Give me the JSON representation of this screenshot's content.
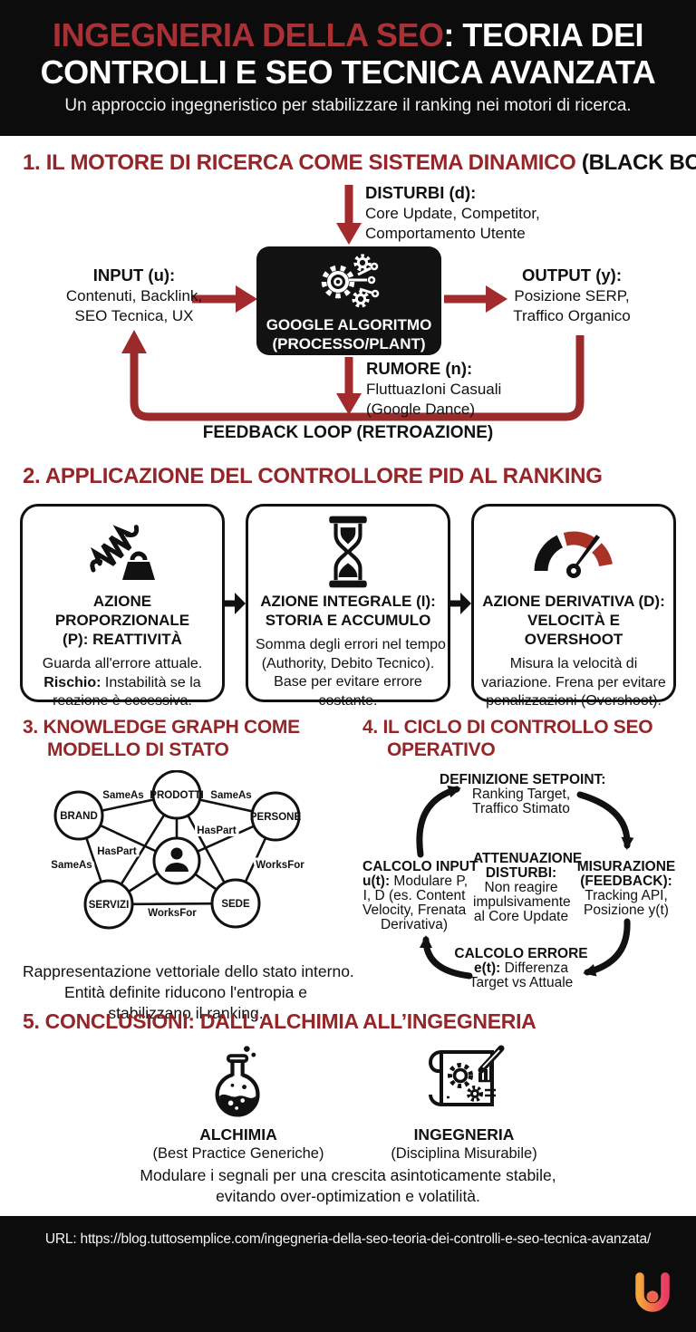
{
  "colors": {
    "header_bg": "#0c0c0c",
    "title_red": "#a93136",
    "heading_red": "#942629",
    "arrow_red": "#a32b2e",
    "ink": "#111111",
    "gauge_red": "#a93226",
    "logo_gradient": [
      "#f2a53d",
      "#eb3d63"
    ]
  },
  "header": {
    "title_line1_red": "INGEGNERIA DELLA SEO",
    "title_line1_rest": ": TEORIA DEI",
    "title_line2": "CONTROLLI E SEO TECNICA AVANZATA",
    "subtitle": "Un approccio ingegneristico per stabilizzare il ranking nei motori di ricerca."
  },
  "section1": {
    "heading_red": "1. IL MOTORE DI RICERCA COME SISTEMA DINAMICO",
    "heading_black": " (BLACK BOX)",
    "disturbi": {
      "title": "DISTURBI (d):",
      "line1": "Core Update, Competitor,",
      "line2": "Comportamento Utente"
    },
    "input": {
      "title": "INPUT (u):",
      "line1": "Contenuti, Backlink,",
      "line2": "SEO Tecnica, UX"
    },
    "plant": {
      "line1": "GOOGLE ALGORITMO",
      "line2": "(PROCESSO/PLANT)"
    },
    "output": {
      "title": "OUTPUT (y):",
      "line1": "Posizione SERP,",
      "line2": "Traffico Organico"
    },
    "rumore": {
      "title": "RUMORE (n):",
      "line1": "FluttuazIoni Casuali",
      "line2": "(Google Dance)"
    },
    "feedback_label": "FEEDBACK LOOP (RETROAZIONE)"
  },
  "section2": {
    "heading": "2. APPLICAZIONE DEL CONTROLLORE PID AL RANKING",
    "cards": [
      {
        "icon": "spring-weight-icon",
        "title_line1": "AZIONE PROPORZIONALE",
        "title_line2": "(P): REATTIVITÀ",
        "body_line1": "Guarda all'errore attuale.",
        "body_bold": "Rischio:",
        "body_line2_rest": " Instabilità se la",
        "body_line3": "reazione è eccessiva."
      },
      {
        "icon": "hourglass-icon",
        "title_line1": "AZIONE INTEGRALE (I):",
        "title_line2": "STORIA E ACCUMULO",
        "body_line1": "Somma degli errori nel tempo",
        "body_line2": "(Authority, Debito Tecnico).",
        "body_line3": "Base per evitare errore",
        "body_line4": "costante."
      },
      {
        "icon": "gauge-icon",
        "title_line1": "AZIONE DERIVATIVA (D):",
        "title_line2": "VELOCITÀ E OVERSHOOT",
        "body_line1": "Misura la velocità di",
        "body_line2": "variazione. Frena per evitare",
        "body_line3": "penalizzazioni (Overshoot)."
      }
    ]
  },
  "section3": {
    "heading_line1": "3. KNOWLEDGE GRAPH COME",
    "heading_line2": "MODELLO DI STATO",
    "graph": {
      "nodes": [
        "BRAND",
        "PRODOTTI",
        "PERSONE",
        "SERVIZI",
        "SEDE"
      ],
      "center_icon": "person-icon",
      "edge_labels": [
        "SameAs",
        "SameAs",
        "HasPart",
        "HasPart",
        "SameAs",
        "WorksFor",
        "WorksFor"
      ]
    },
    "caption_line1": "Rappresentazione vettoriale dello stato interno.",
    "caption_line2": "Entità definite riducono l'entropia e",
    "caption_line3": "stabilizzano il ranking."
  },
  "section4": {
    "heading_line1": "4. IL CICLO DI CONTROLLO SEO",
    "heading_line2": "OPERATIVO",
    "steps": {
      "top": {
        "title": "DEFINIZIONE SETPOINT:",
        "line1": "Ranking Target,",
        "line2": "Traffico Stimato"
      },
      "right": {
        "title1": "MISURAZIONE",
        "title2": "(FEEDBACK):",
        "line1": "Tracking API,",
        "line2": "Posizione y(t)"
      },
      "bottom": {
        "title": "CALCOLO ERRORE",
        "bold": "e(t):",
        "bold_rest": " Differenza",
        "line2": "Target vs Attuale"
      },
      "left": {
        "title": "CALCOLO INPUT",
        "bold": "u(t):",
        "bold_rest": " Modulare P,",
        "line2": "I, D (es. Content",
        "line3": "Velocity, Frenata",
        "line4": "Derivativa)"
      },
      "center": {
        "title1": "ATTENUAZIONE",
        "title2": "DISTURBI:",
        "line1": "Non reagire",
        "line2": "impulsivamente",
        "line3": "al Core Update"
      }
    }
  },
  "section5": {
    "heading": "5. CONCLUSIONI: DALL’ALCHIMIA ALL’INGEGNERIA",
    "items": [
      {
        "icon": "flask-icon",
        "name": "ALCHIMIA",
        "sub": "(Best Practice Generiche)"
      },
      {
        "icon": "blueprint-icon",
        "name": "INGEGNERIA",
        "sub": "(Disciplina Misurabile)"
      }
    ],
    "caption_line1": "Modulare i segnali per una crescita asintoticamente stabile,",
    "caption_line2": "evitando over-optimization e volatilità."
  },
  "footer": {
    "url_line": "URL: https://blog.tuttosemplice.com/ingegneria-della-seo-teoria-dei-controlli-e-seo-tecnica-avanzata/",
    "logo": "tuttosemplice-logo"
  }
}
